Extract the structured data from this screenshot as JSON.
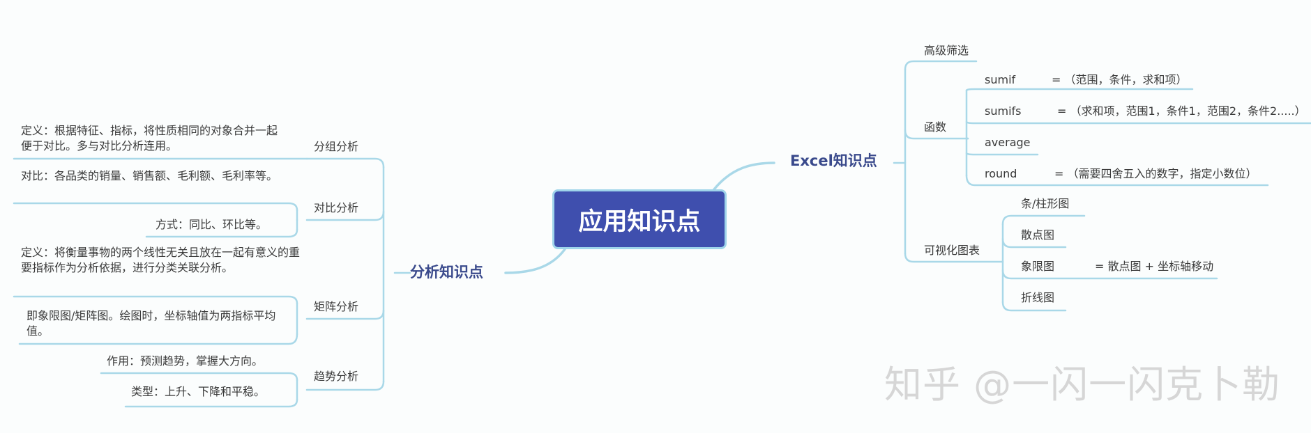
{
  "root": "应用知识点",
  "excel": {
    "title": "Excel知识点",
    "advanced_filter": "高级筛选",
    "functions": {
      "title": "函数",
      "items": [
        {
          "name": "sumif",
          "desc": "= （范围，条件，求和项）"
        },
        {
          "name": "sumifs",
          "desc": "= （求和项，范围1，条件1，范围2，条件2.....）"
        },
        {
          "name": "average",
          "desc": ""
        },
        {
          "name": "round",
          "desc": "= （需要四舍五入的数字，指定小数位）"
        }
      ]
    },
    "charts": {
      "title": "可视化图表",
      "bar": "条/柱形图",
      "scatter": "散点图",
      "quadrant": "象限图",
      "quadrant_note": "= 散点图 + 坐标轴移动",
      "line": "折线图"
    }
  },
  "analysis": {
    "title": "分析知识点",
    "grouping": {
      "title": "分组分析",
      "def": "定义：根据特征、指标，将性质相同的对象合并一起便于对比。多与对比分析连用。"
    },
    "comparison": {
      "title": "对比分析",
      "content": "对比：各品类的销量、销售额、毛利额、毛利率等。",
      "method": "方式：同比、环比等。"
    },
    "matrix": {
      "title": "矩阵分析",
      "def": "定义：将衡量事物的两个线性无关且放在一起有意义的重要指标作为分析依据，进行分类关联分析。",
      "note": "即象限图/矩阵图。绘图时，坐标轴值为两指标平均值。"
    },
    "trend": {
      "title": "趋势分析",
      "purpose": "作用：预测趋势，掌握大方向。",
      "types": "类型：上升、下降和平稳。"
    }
  },
  "watermark": "知乎 @一闪一闪克卜勒"
}
